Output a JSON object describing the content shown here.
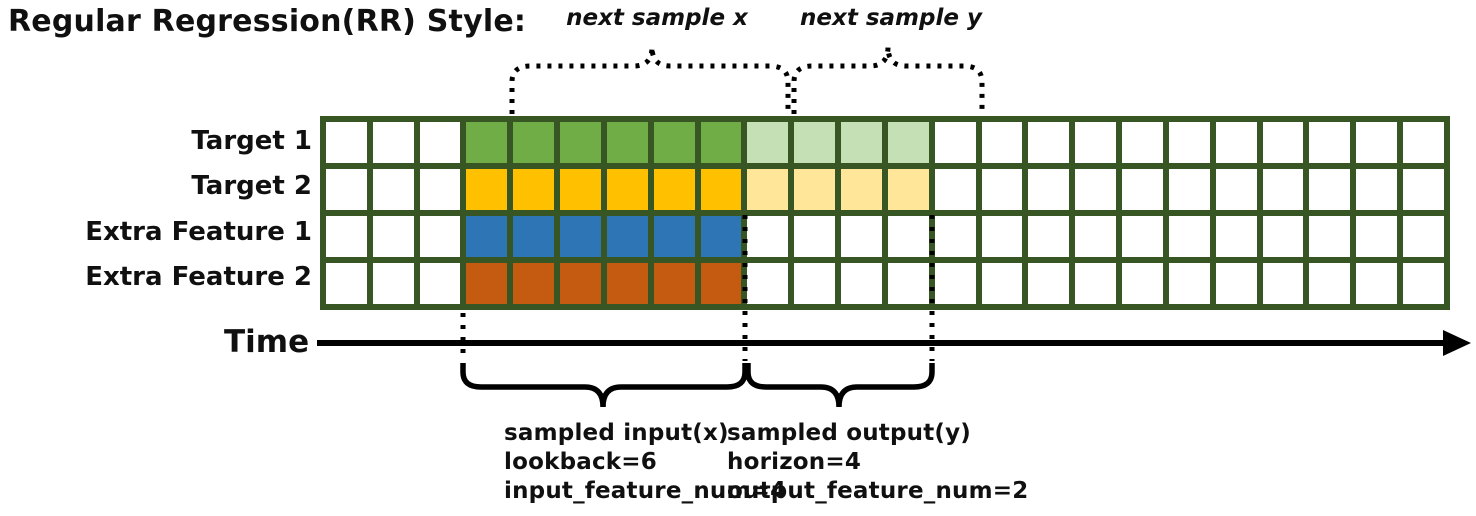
{
  "title": "Regular Regression(RR) Style:",
  "annotations": {
    "next_sample_x": "next sample x",
    "next_sample_y": "next sample y",
    "time_label": "Time",
    "input_lines": [
      "sampled input(x)",
      "lookback=6",
      "input_feature_num=4"
    ],
    "output_lines": [
      "sampled output(y)",
      "horizon=4",
      "output_feature_num=2"
    ]
  },
  "grid": {
    "total_cols": 24,
    "lead_cols": 3,
    "lookback": 6,
    "horizon": 4,
    "border_color": "#375623",
    "empty_cell_color": "#ffffff",
    "rows": [
      {
        "label": "Target 1",
        "input_color": "#70AD47",
        "output_color": "#C5E0B4"
      },
      {
        "label": "Target 2",
        "input_color": "#FFC000",
        "output_color": "#FFE699"
      },
      {
        "label": "Extra Feature 1",
        "input_color": "#2E75B6",
        "output_color": null
      },
      {
        "label": "Extra Feature 2",
        "input_color": "#C55A11",
        "output_color": null
      }
    ]
  }
}
